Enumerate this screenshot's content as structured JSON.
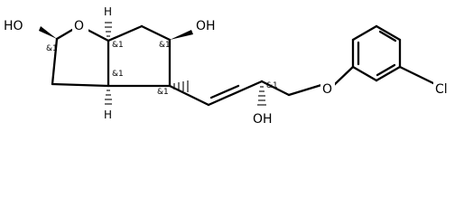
{
  "atoms": {
    "oh_hemiacetal": "HO",
    "ring_oxygen": "O",
    "oh_cyclopentane": "OH",
    "oh_side_chain": "OH",
    "ether_oxygen": "O",
    "chlorine": "Cl",
    "h_top": "H",
    "h_bottom": "H"
  },
  "stereo_labels": {
    "c_hemiacetal": "&1",
    "c_ring_junction_top": "&1",
    "c_ring_junction_bottom": "&1",
    "c_carbinol": "&1",
    "c_chain_attach": "&1",
    "c_side_chain": "&1"
  }
}
